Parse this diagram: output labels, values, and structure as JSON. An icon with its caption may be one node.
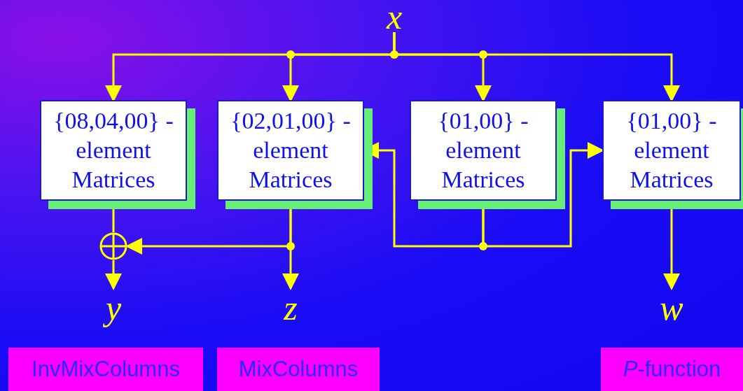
{
  "diagram": {
    "nodes": [
      {
        "text": [
          "x"
        ]
      },
      {
        "text": [
          "{08,04,00} -element Matrices"
        ]
      },
      {
        "text": [
          "{02,01,00} -element Matrices"
        ]
      },
      {
        "text": [
          "{01,00} -element Matrices"
        ]
      },
      {
        "text": [
          "{01,00} -element Matrices"
        ]
      },
      {
        "text": [],
        "shape": "circle"
      },
      {
        "text": [
          "y"
        ]
      },
      {
        "text": [
          "z"
        ]
      },
      {
        "text": [
          "w"
        ]
      }
    ],
    "edges": [
      {
        "from": 0,
        "to": 1,
        "arrow": "to"
      },
      {
        "from": 0,
        "to": 2,
        "arrow": "to"
      },
      {
        "from": 0,
        "to": 3,
        "arrow": "to"
      },
      {
        "from": 0,
        "to": 4,
        "arrow": "to"
      },
      {
        "from": 1,
        "to": 5,
        "arrow": "none"
      },
      {
        "from": 5,
        "to": 6,
        "arrow": "to"
      },
      {
        "from": 2,
        "to": 5,
        "arrow": "to"
      },
      {
        "from": 2,
        "to": 7,
        "arrow": "to"
      },
      {
        "from": 3,
        "to": 2,
        "arrow": "to"
      },
      {
        "from": 3,
        "to": 4,
        "arrow": "to"
      },
      {
        "from": 4,
        "to": 8,
        "arrow": "to"
      }
    ],
    "labels": [
      "InvMixColumns",
      "MixColumns",
      "*P*-function"
    ]
  }
}
